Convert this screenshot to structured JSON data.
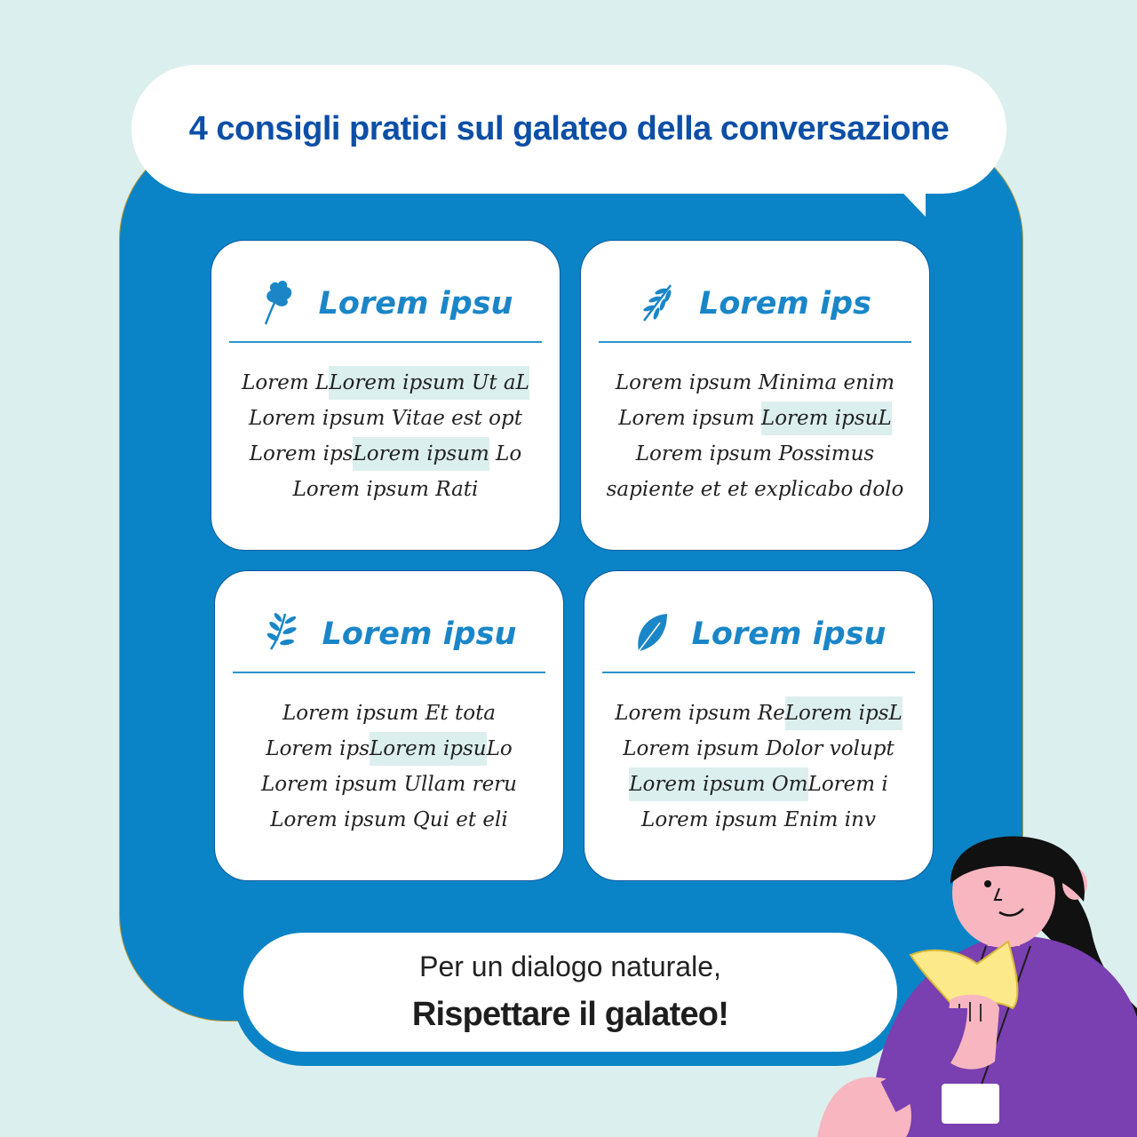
{
  "title": "4 consigli pratici sul galateo della conversazione",
  "colors": {
    "background": "#dcefef",
    "panel": "#0a84c6",
    "title": "#0d4fa6",
    "accent": "#1a86c8",
    "highlight": "#dcefef"
  },
  "cards": [
    {
      "icon": "oak-leaf-icon",
      "title": "Lorem ipsu",
      "lines": [
        [
          "Lorem L",
          "Lorem ipsum Ut aL",
          ""
        ],
        [
          "Lorem ipsum Vitae est opt",
          "",
          ""
        ],
        [
          "Lorem ips",
          "Lorem ipsum",
          " Lo"
        ],
        [
          "Lorem ipsum Rati",
          "",
          ""
        ]
      ]
    },
    {
      "icon": "fern-branch-icon",
      "title": "Lorem ips",
      "lines": [
        [
          "Lorem ipsum Minima enim",
          "",
          ""
        ],
        [
          "Lorem ipsum ",
          "Lorem ipsuL",
          ""
        ],
        [
          "Lorem ipsum Possimus",
          "",
          ""
        ],
        [
          "sapiente et et explicabo dolo",
          "",
          ""
        ]
      ]
    },
    {
      "icon": "leafy-sprig-icon",
      "title": "Lorem ipsu",
      "lines": [
        [
          "Lorem ipsum Et tota",
          "",
          ""
        ],
        [
          "Lorem ips",
          "Lorem ipsu",
          "Lo"
        ],
        [
          "Lorem ipsum Ullam reru",
          "",
          ""
        ],
        [
          "Lorem ipsum Qui et eli",
          "",
          ""
        ]
      ]
    },
    {
      "icon": "single-leaf-icon",
      "title": "Lorem ipsu",
      "lines": [
        [
          "Lorem ipsum Re",
          "Lorem ipsL",
          ""
        ],
        [
          "Lorem ipsum Dolor volupt",
          "",
          ""
        ],
        [
          "",
          "Lorem ipsum Om",
          "Lorem i"
        ],
        [
          "Lorem ipsum Enim inv",
          "",
          ""
        ]
      ]
    }
  ],
  "footer": {
    "line1": "Per un dialogo naturale,",
    "line2": "Rispettare il galateo!"
  }
}
